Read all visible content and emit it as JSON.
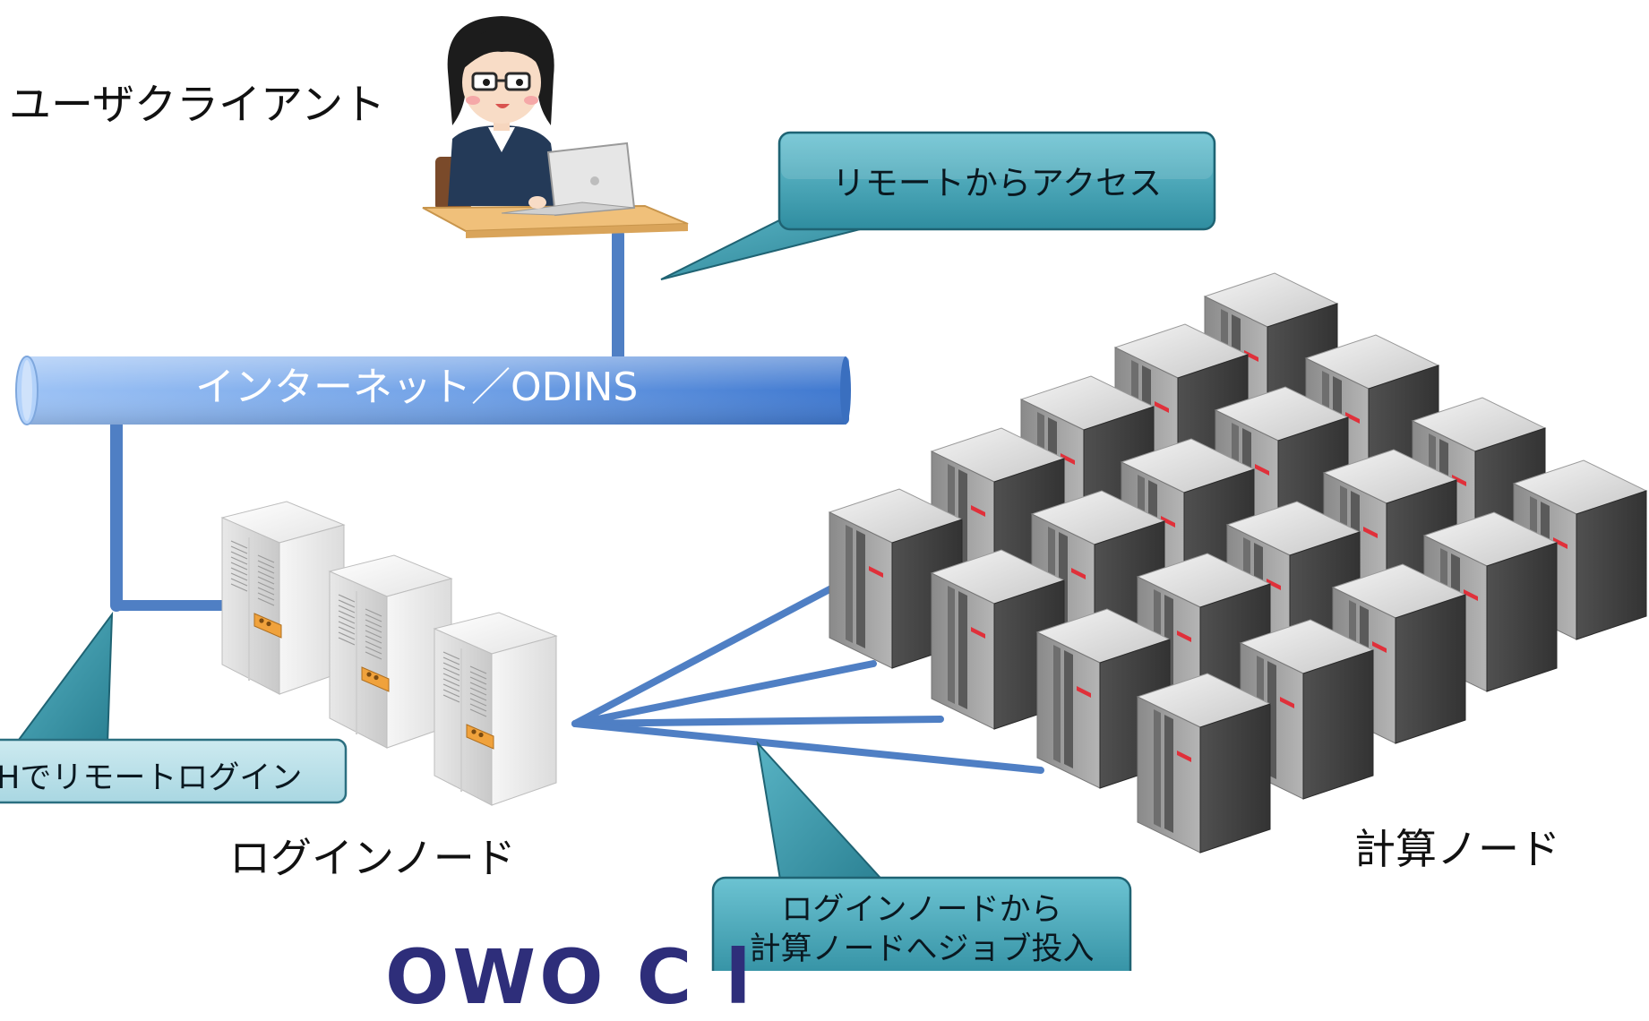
{
  "diagram": {
    "user_client_label": "ユーザクライアント",
    "network_label": "インターネット／ODINS",
    "login_node_label": "ログインノード",
    "compute_node_label": "計算ノード",
    "callouts": {
      "remote_access": "リモートからアクセス",
      "ssh_login": "Hでリモートログイン",
      "job_submit_line1": "ログインノードから",
      "job_submit_line2": "計算ノードへジョブ投入"
    },
    "footer_partial_text": "OWO C l",
    "colors": {
      "pipe": "#5b8fd9",
      "line": "#4f7fc4",
      "callout_dark": "#3f9eb0",
      "callout_light": "#b9dfe7",
      "server_dark": "#4a4a4a",
      "accent_red": "#e0303a",
      "footer_text": "#2e2e7a"
    }
  }
}
